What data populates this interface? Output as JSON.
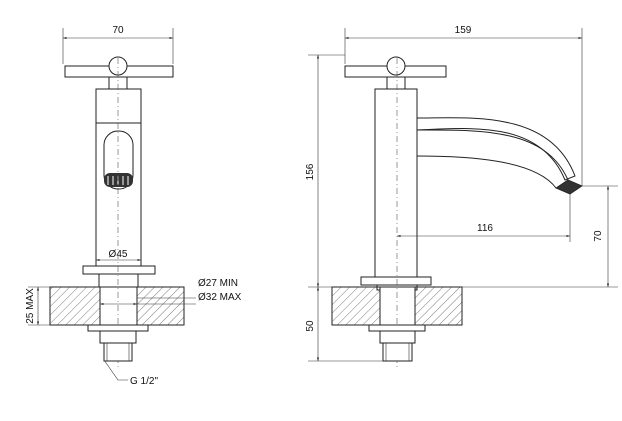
{
  "dimensions": {
    "front_width": "70",
    "body_diameter": "Ø45",
    "hole_min": "Ø27 MIN",
    "hole_max": "Ø32 MAX",
    "deck_thickness": "25 MAX",
    "thread": "G 1/2\"",
    "side_width": "159",
    "total_height": "156",
    "spout_reach": "116",
    "spout_height": "70",
    "below_deck": "50"
  }
}
